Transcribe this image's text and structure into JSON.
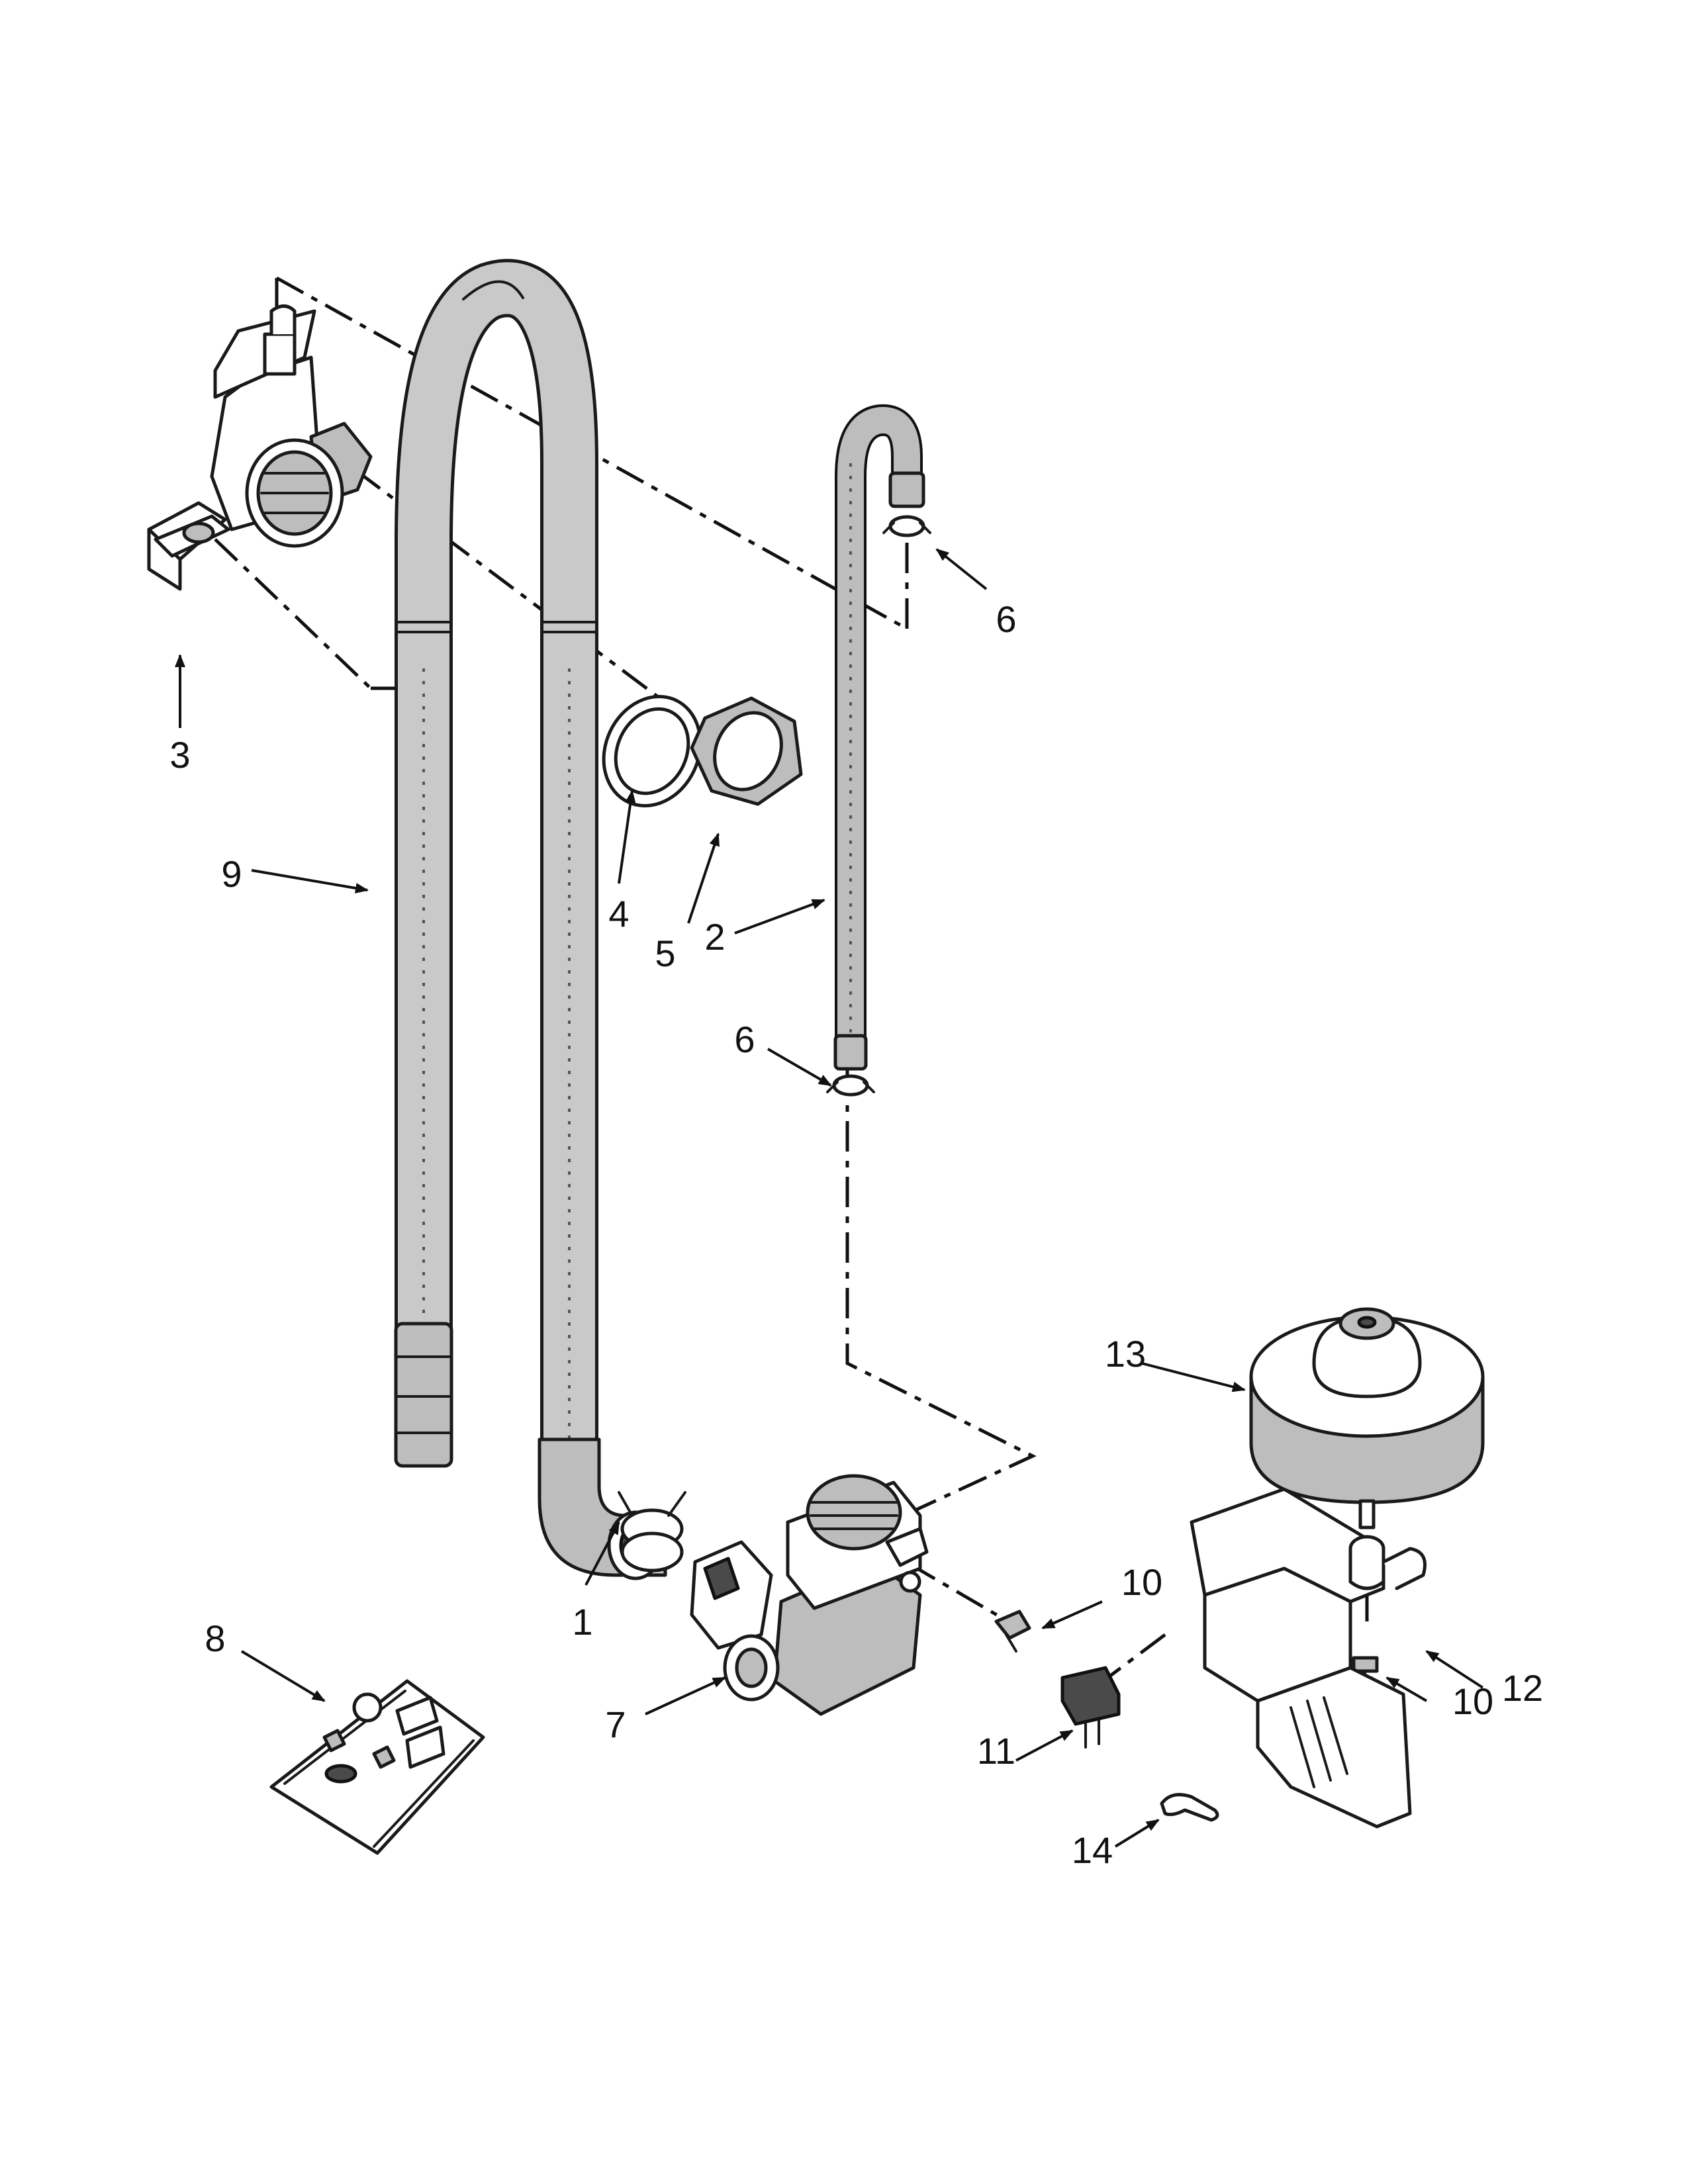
{
  "callouts": {
    "c1": "1",
    "c2": "2",
    "c3": "3",
    "c4": "4",
    "c5": "5",
    "c6a": "6",
    "c6b": "6",
    "c7": "7",
    "c8": "8",
    "c9": "9",
    "c10a": "10",
    "c10b": "10",
    "c11": "11",
    "c12": "12",
    "c13": "13",
    "c14": "14"
  }
}
